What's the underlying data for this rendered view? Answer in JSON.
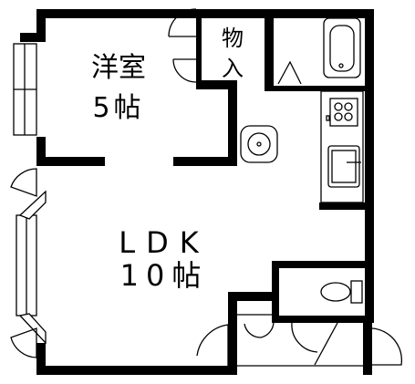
{
  "rooms": {
    "western": {
      "line1": "洋室",
      "line2": "5帖"
    },
    "storage": {
      "line1": "物",
      "line2": "入"
    },
    "ldk": {
      "line1": "LDK",
      "line2": "10帖"
    }
  },
  "colors": {
    "wall": "#000000",
    "background": "#ffffff"
  }
}
